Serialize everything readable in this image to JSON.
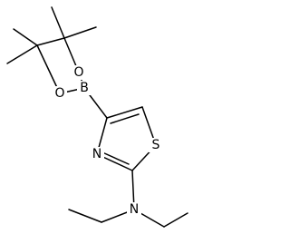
{
  "molecule": {
    "atoms": {
      "boron": "B",
      "oxygen_upper": "O",
      "oxygen_lower": "O",
      "nitrogen_ring": "N",
      "sulfur": "S",
      "nitrogen_amine": "N"
    }
  },
  "colors": {
    "bond": "#000000",
    "label": "#000000",
    "background": "#ffffff"
  }
}
